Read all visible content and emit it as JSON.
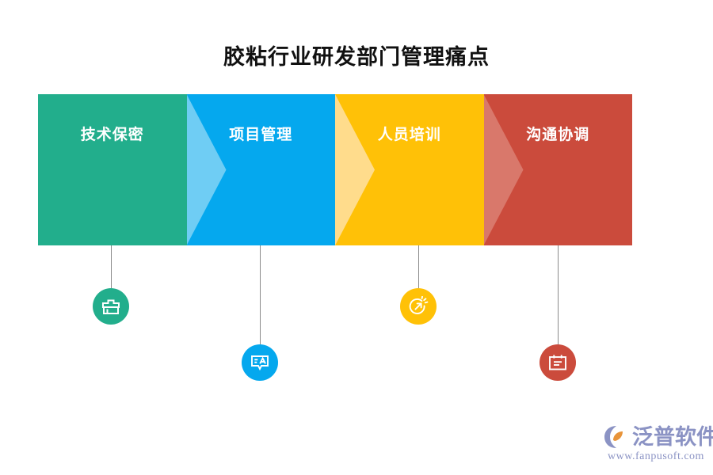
{
  "page": {
    "title": "胶粘行业研发部门管理痛点",
    "background_color": "#FFFFFF"
  },
  "banner": {
    "segments": [
      {
        "label": "技术保密",
        "color": "#22AE8C",
        "chevron_color": "#5FC4AA",
        "icon_name": "shop-front-icon",
        "icon_position": "above",
        "connector_color": "#8A8A8A"
      },
      {
        "label": "项目管理",
        "color": "#05A8EE",
        "chevron_color": "#6FCDF4",
        "icon_name": "translate-bubble-icon",
        "icon_position": "below",
        "connector_color": "#8A8A8A"
      },
      {
        "label": "人员培训",
        "color": "#FFC107",
        "chevron_color": "#FFDC8C",
        "icon_name": "growth-arrow-icon",
        "icon_position": "above",
        "connector_color": "#8A8A8A"
      },
      {
        "label": "沟通协调",
        "color": "#CB4B3C",
        "chevron_color": "#D9786B",
        "icon_name": "calendar-note-icon",
        "icon_position": "below",
        "connector_color": "#8A8A8A"
      }
    ]
  },
  "logo": {
    "wordmark": "泛普软件",
    "url": "www.fanpusoft.com",
    "text_color": "#8B93C4",
    "mark_color_primary": "#8B93C4",
    "mark_color_accent": "#E8943A"
  },
  "chart_data": {
    "type": "bar",
    "title": "胶粘行业研发部门管理痛点",
    "categories": [
      "技术保密",
      "项目管理",
      "人员培训",
      "沟通协调"
    ],
    "values": [
      1,
      1,
      1,
      1
    ],
    "xlabel": "",
    "ylabel": "",
    "legend": [],
    "annotations": [
      "技术保密",
      "项目管理",
      "人员培训",
      "沟通协调"
    ]
  }
}
